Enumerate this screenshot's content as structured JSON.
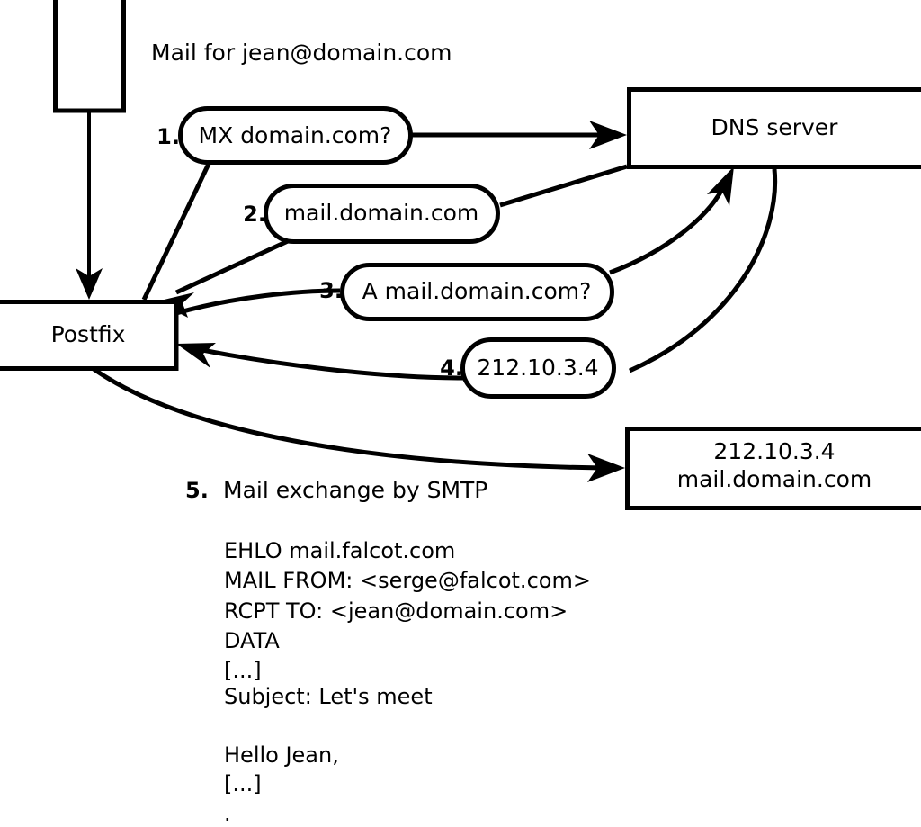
{
  "diagram": {
    "title_note": "Mail for jean@domain.com",
    "nodes": [
      {
        "id": "client",
        "label": ""
      },
      {
        "id": "postfix",
        "label": "Postfix"
      },
      {
        "id": "dns",
        "label": "DNS server"
      },
      {
        "id": "mailserver",
        "line1": "212.10.3.4",
        "line2": "mail.domain.com"
      }
    ],
    "steps": [
      {
        "num": "1.",
        "bubble": "MX domain.com?"
      },
      {
        "num": "2.",
        "bubble": "mail.domain.com"
      },
      {
        "num": "3.",
        "bubble": "A mail.domain.com?"
      },
      {
        "num": "4.",
        "bubble": "212.10.3.4"
      },
      {
        "num": "5.",
        "label": "Mail exchange by SMTP"
      }
    ],
    "transcript": [
      "EHLO mail.falcot.com",
      "MAIL FROM: <serge@falcot.com>",
      "RCPT TO: <jean@domain.com>",
      "DATA",
      "[...]",
      "Subject: Let's meet",
      "",
      "Hello Jean,",
      "[...]",
      "."
    ],
    "colors": {
      "stroke": "#000000",
      "fill": "#ffffff"
    }
  }
}
